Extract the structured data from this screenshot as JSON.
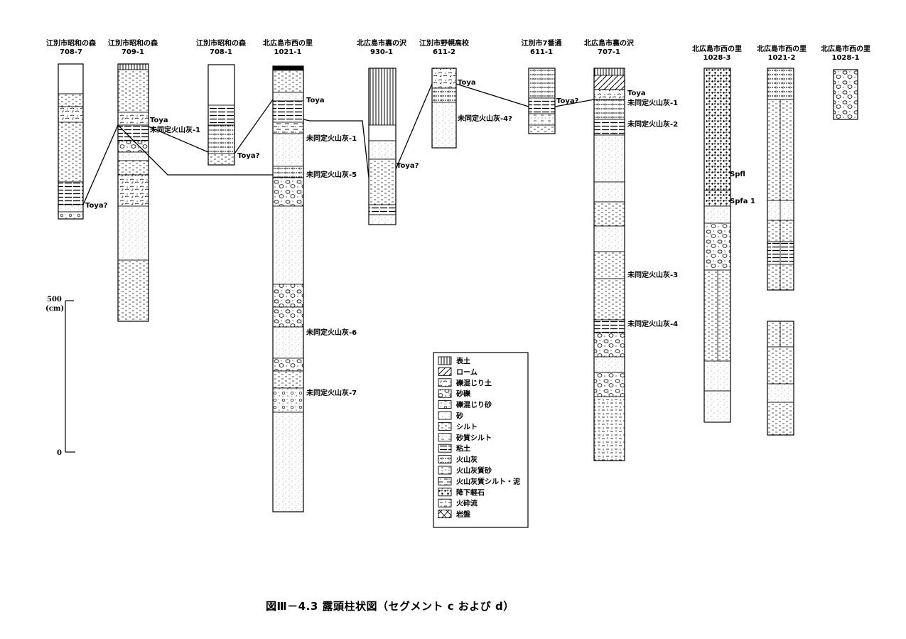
{
  "figure": {
    "caption": "図Ⅲ－4.3 露頭柱状図（セグメント c および d）"
  },
  "scale": {
    "top_value": "500",
    "unit": "(cm)",
    "bottom_value": "0"
  },
  "columns": [
    {
      "id": "708-7",
      "place": "江別市昭和の森",
      "number": "708-7"
    },
    {
      "id": "709-1",
      "place": "江別市昭和の森",
      "number": "709-1"
    },
    {
      "id": "708-1",
      "place": "江別市昭和の森",
      "number": "708-1"
    },
    {
      "id": "1021-1",
      "place": "北広島市西の里",
      "number": "1021-1"
    },
    {
      "id": "930-1",
      "place": "北広島市裏の沢",
      "number": "930-1"
    },
    {
      "id": "611-2",
      "place": "江別市野幌高校",
      "number": "611-2"
    },
    {
      "id": "611-1",
      "place": "江別市7番通",
      "number": "611-1"
    },
    {
      "id": "707-1",
      "place": "北広島市裏の沢",
      "number": "707-1"
    },
    {
      "id": "1028-3",
      "place": "北広島市西の里",
      "number": "1028-3"
    },
    {
      "id": "1021-2",
      "place": "北広島市西の里",
      "number": "1021-2"
    },
    {
      "id": "1028-1",
      "place": "北広島市西の里",
      "number": "1028-1"
    }
  ],
  "layer_labels": [
    {
      "key": "708-7-toya",
      "text": "Toya?"
    },
    {
      "key": "709-1-toya",
      "text": "Toya"
    },
    {
      "key": "709-1-ash1",
      "text": "未同定火山灰-1"
    },
    {
      "key": "708-1-toya",
      "text": "Toya?"
    },
    {
      "key": "1021-1-toya",
      "text": "Toya"
    },
    {
      "key": "1021-1-ash1",
      "text": "未同定火山灰-1"
    },
    {
      "key": "1021-1-ash5",
      "text": "未同定火山灰-5"
    },
    {
      "key": "1021-1-ash6",
      "text": "未同定火山灰-6"
    },
    {
      "key": "1021-1-ash7",
      "text": "未同定火山灰-7"
    },
    {
      "key": "930-1-toya",
      "text": "Toya?"
    },
    {
      "key": "611-2-toya",
      "text": "Toya"
    },
    {
      "key": "611-2-ash4",
      "text": "未同定火山灰-4?"
    },
    {
      "key": "611-1-toya",
      "text": "Toya?"
    },
    {
      "key": "707-1-toya",
      "text": "Toya"
    },
    {
      "key": "707-1-ash1",
      "text": "未同定火山灰-1"
    },
    {
      "key": "707-1-ash2",
      "text": "未同定火山灰-2"
    },
    {
      "key": "707-1-ash3",
      "text": "未同定火山灰-3"
    },
    {
      "key": "707-1-ash4",
      "text": "未同定火山灰-4"
    },
    {
      "key": "1028-3-spfl",
      "text": "Spfl"
    },
    {
      "key": "1028-3-spfa1",
      "text": "Spfa 1"
    }
  ],
  "legend": [
    {
      "pattern": "topsoil",
      "label": "表土"
    },
    {
      "pattern": "loam",
      "label": "ローム"
    },
    {
      "pattern": "gravelly-soil",
      "label": "礫混じり土"
    },
    {
      "pattern": "sandy-gravel",
      "label": "砂礫"
    },
    {
      "pattern": "gravelly-sand",
      "label": "礫混じり砂"
    },
    {
      "pattern": "sand",
      "label": "砂"
    },
    {
      "pattern": "silt",
      "label": "シルト"
    },
    {
      "pattern": "sandy-silt",
      "label": "砂質シルト"
    },
    {
      "pattern": "clay",
      "label": "粘土"
    },
    {
      "pattern": "volcanic-ash",
      "label": "火山灰"
    },
    {
      "pattern": "ashy-sand",
      "label": "火山灰質砂"
    },
    {
      "pattern": "ashy-silt",
      "label": "火山灰質シルト・泥"
    },
    {
      "pattern": "pumice",
      "label": "降下軽石"
    },
    {
      "pattern": "pyroclastic-flow",
      "label": "火砕流"
    },
    {
      "pattern": "bedrock",
      "label": "岩盤"
    }
  ]
}
